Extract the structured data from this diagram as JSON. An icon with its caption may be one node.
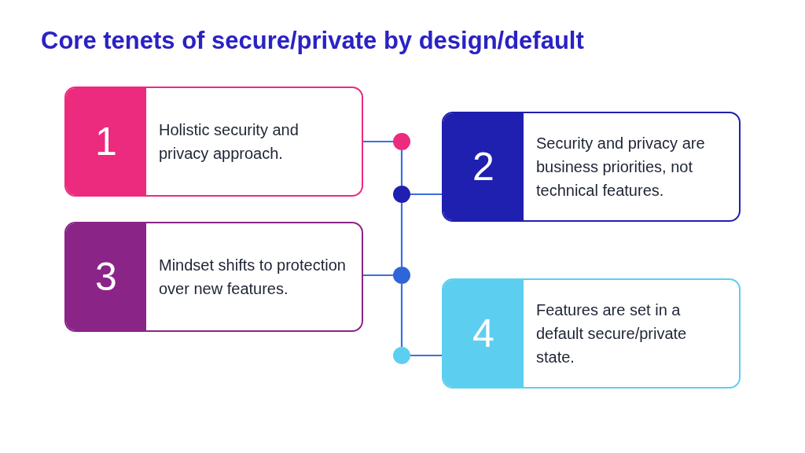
{
  "diagram": {
    "title": "Core tenets of secure/private by design/default",
    "nodes": [
      {
        "text": [
          "1",
          "Holistic security and privacy approach."
        ]
      },
      {
        "text": [
          "2",
          "Security and privacy are business priorities, not technical features."
        ]
      },
      {
        "text": [
          "3",
          "Mindset shifts to protection over new features."
        ]
      },
      {
        "text": [
          "4",
          "Features are set in a default secure/private state."
        ]
      },
      {
        "text": [],
        "shape": "circle"
      },
      {
        "text": [],
        "shape": "circle"
      },
      {
        "text": [],
        "shape": "circle"
      },
      {
        "text": [],
        "shape": "circle"
      }
    ],
    "edges": [
      {
        "from": 0,
        "to": 4,
        "arrow": "none"
      },
      {
        "from": 4,
        "to": 5,
        "arrow": "none"
      },
      {
        "from": 5,
        "to": 1,
        "arrow": "none"
      },
      {
        "from": 5,
        "to": 6,
        "arrow": "none"
      },
      {
        "from": 2,
        "to": 6,
        "arrow": "none"
      },
      {
        "from": 6,
        "to": 7,
        "arrow": "none"
      },
      {
        "from": 7,
        "to": 3,
        "arrow": "none"
      }
    ]
  }
}
